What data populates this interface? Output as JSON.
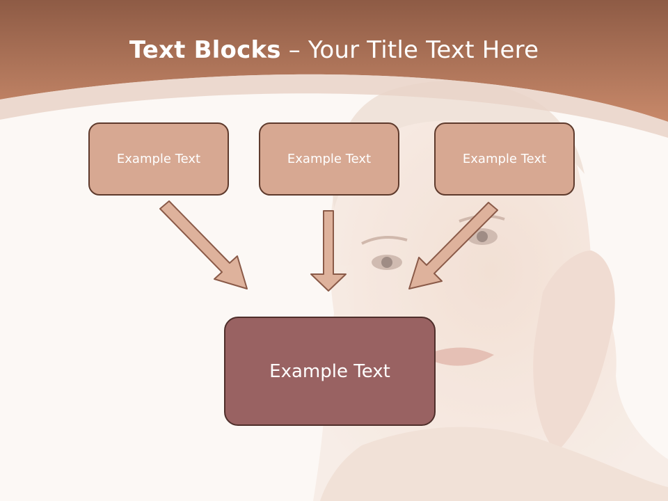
{
  "slide": {
    "title_bold": "Text Blocks",
    "title_rest": " – Your Title Text Here",
    "top_blocks": [
      {
        "label": "Example Text"
      },
      {
        "label": "Example Text"
      },
      {
        "label": "Example Text"
      }
    ],
    "main_block": {
      "label": "Example Text"
    }
  },
  "colors": {
    "header_band": "#c28466",
    "small_block_fill": "#d7a892",
    "main_block_fill": "#996262",
    "arrow_fill": "#deb29c",
    "arrow_stroke": "#8a5a48",
    "background": "#fcf8f5"
  }
}
